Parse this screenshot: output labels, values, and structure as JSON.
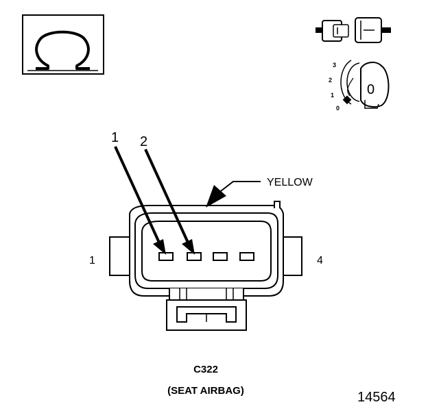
{
  "meter_symbol": "Ω",
  "key_switch": {
    "positions": [
      "3",
      "2",
      "1",
      "0"
    ],
    "key_label": "0"
  },
  "connector": {
    "pointer_labels": [
      "1",
      "2"
    ],
    "color_label": "YELLOW",
    "end_label_left": "1",
    "end_label_right": "4",
    "id": "C322",
    "description": "(SEAT AIRBAG)"
  },
  "figure_number": "14564"
}
